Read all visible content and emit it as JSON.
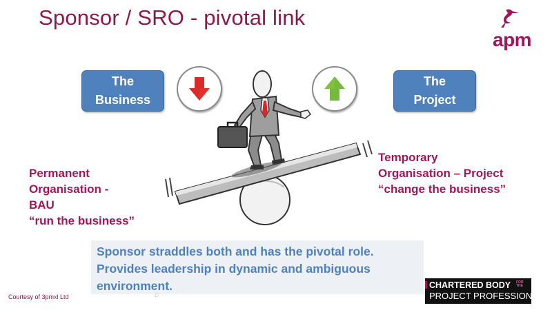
{
  "slide": {
    "title": "Sponsor / SRO - pivotal link",
    "logo_text": "apm",
    "box_left": {
      "line1": "The",
      "line2": "Business"
    },
    "box_right": {
      "line1": "The",
      "line2": "Project"
    },
    "left_text": {
      "line1": "Permanent",
      "line2": "Organisation -",
      "line3": "BAU",
      "line4": "“run the business”"
    },
    "right_text": {
      "line1": "Temporary",
      "line2": "Organisation – Project",
      "line3": "“change the business”"
    },
    "banner": {
      "line1": "Sponsor straddles both and has the pivotal role.",
      "line2": "Provides leadership in dynamic and ambiguous",
      "line3": "environment."
    },
    "courtesy": "Courtesy of 3pmxl Ltd",
    "slide_number": "17",
    "chartered": {
      "line1": "CHARTERED BODY",
      "small1": "FOR",
      "small2": "THE",
      "line2": "PROJECT PROFESSION"
    },
    "colors": {
      "title": "#8b1a4a",
      "accent": "#a1155a",
      "box": "#4f81bd",
      "down_arrow": "#e0312b",
      "up_arrow": "#7dc242"
    },
    "icons": {
      "down": "arrow-down-icon",
      "up": "arrow-up-icon"
    }
  }
}
